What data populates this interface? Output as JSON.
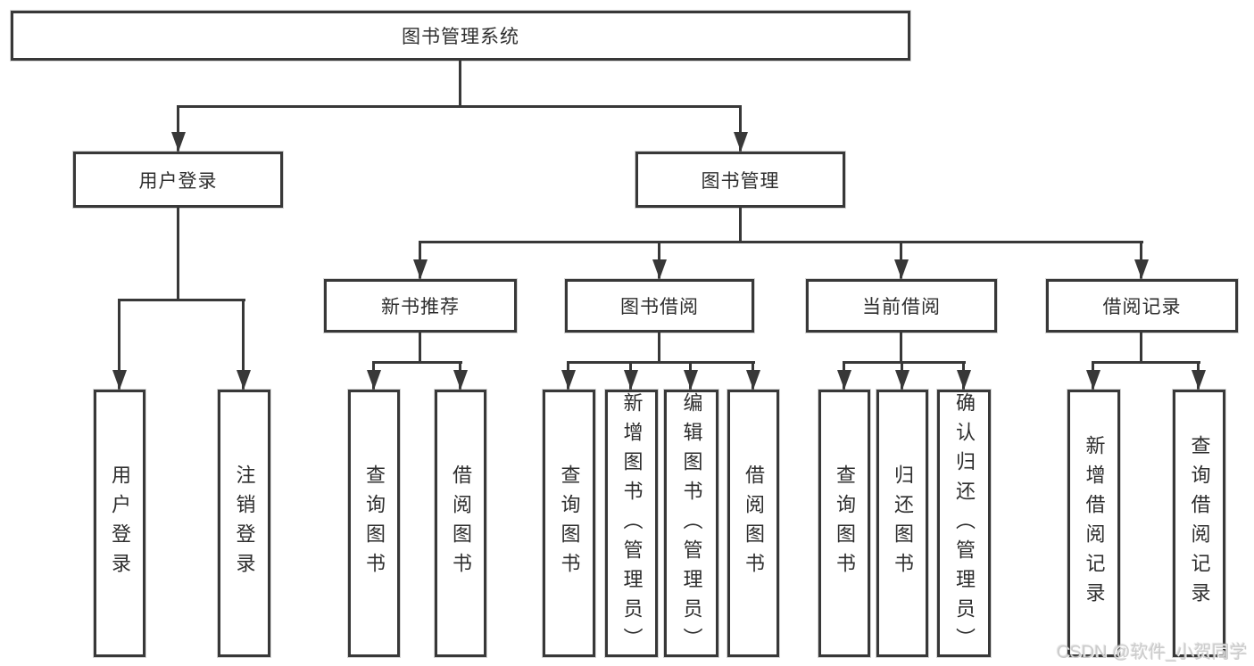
{
  "tree": {
    "root": {
      "label": "图书管理系统"
    },
    "children": [
      {
        "label": "用户登录",
        "children": [
          {
            "label": "用户登录"
          },
          {
            "label": "注销登录"
          }
        ]
      },
      {
        "label": "图书管理",
        "children": [
          {
            "label": "新书推荐",
            "children": [
              {
                "label": "查询图书"
              },
              {
                "label": "借阅图书"
              }
            ]
          },
          {
            "label": "图书借阅",
            "children": [
              {
                "label": "查询图书"
              },
              {
                "label": "新增图书（管理员）"
              },
              {
                "label": "编辑图书（管理员）"
              },
              {
                "label": "借阅图书"
              }
            ]
          },
          {
            "label": "当前借阅",
            "children": [
              {
                "label": "查询图书"
              },
              {
                "label": "归还图书"
              },
              {
                "label": "确认归还（管理员）"
              }
            ]
          },
          {
            "label": "借阅记录",
            "children": [
              {
                "label": "新增借阅记录"
              },
              {
                "label": "查询借阅记录"
              }
            ]
          }
        ]
      }
    ]
  },
  "watermark": {
    "text": "CSDN @软件_小贺同学"
  },
  "colors": {
    "line": "#383838",
    "text": "#2e2e2e",
    "background": "#ffffff",
    "watermark": "#cccccc"
  }
}
